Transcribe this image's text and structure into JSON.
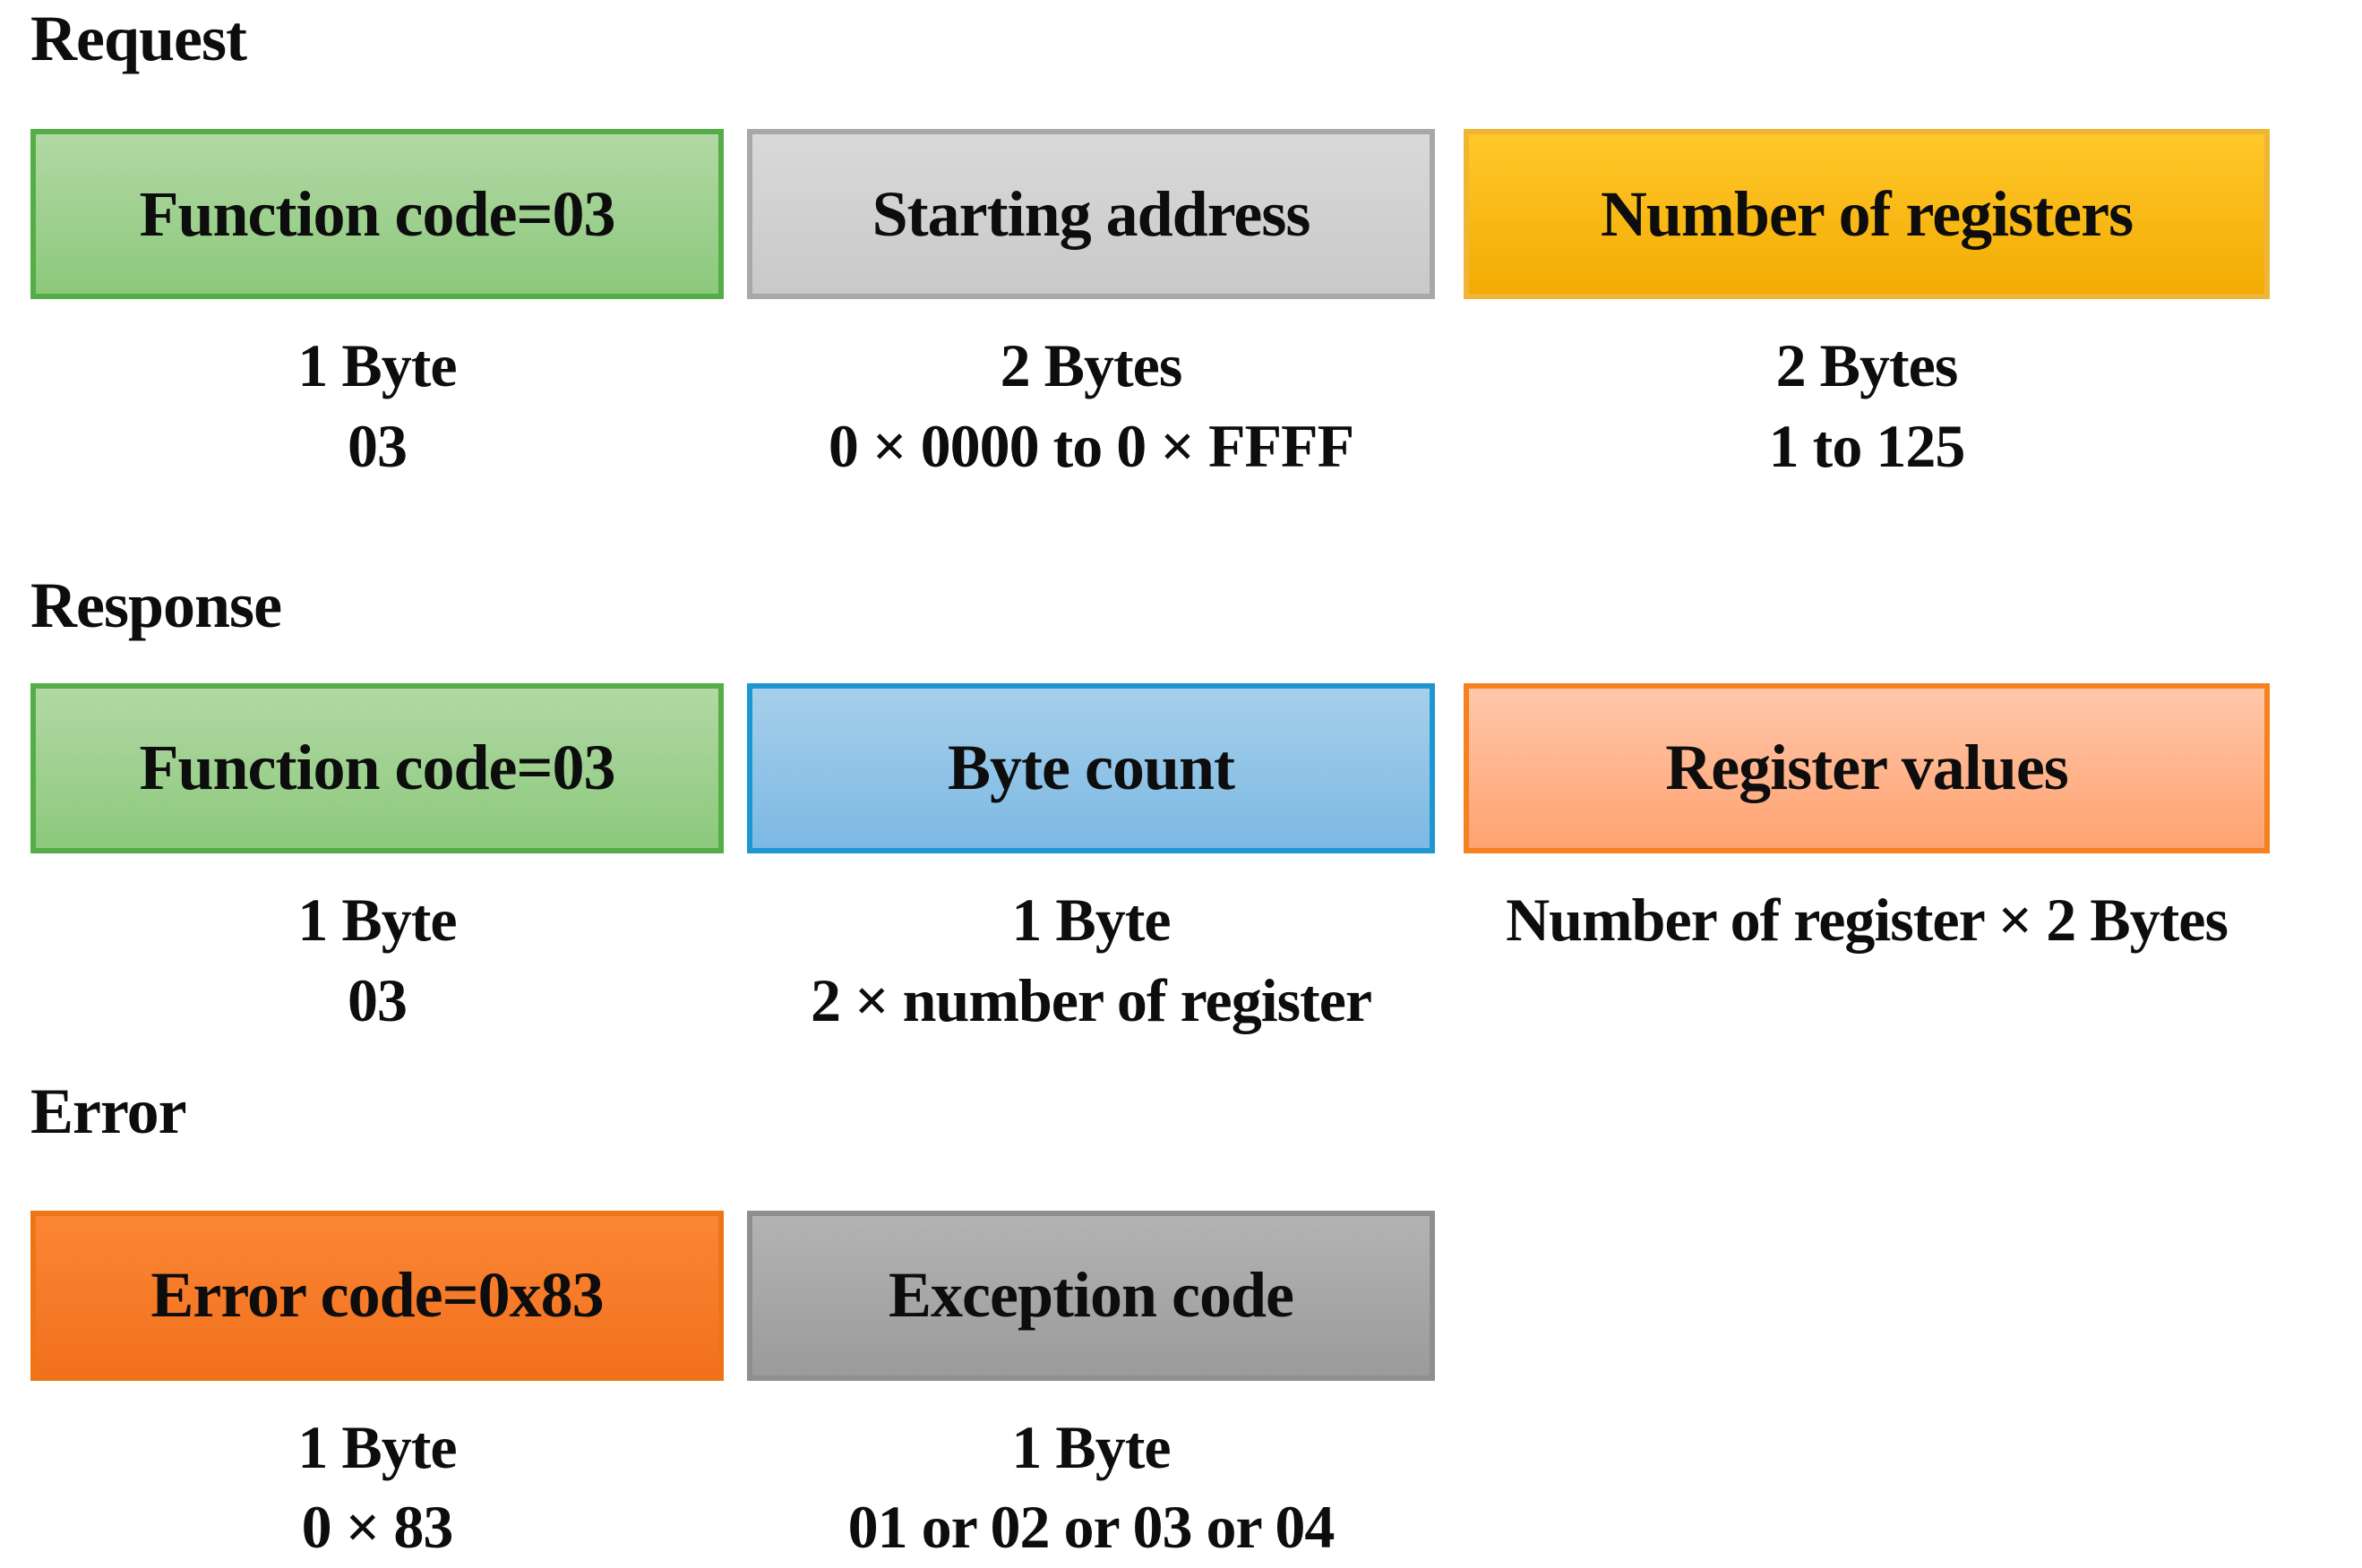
{
  "diagram": {
    "description": "Modbus function code 03 message structure",
    "text_color": "#0d0d0d",
    "background": "#ffffff"
  },
  "sections": {
    "request": {
      "heading": "Request",
      "fields": [
        {
          "label": "Function code=03",
          "caption_line1": "1 Byte",
          "caption_line2": "03",
          "colors": {
            "fill_top": "#b2d8a4",
            "fill_bottom": "#8cc97c",
            "border": "#55ad47"
          }
        },
        {
          "label": "Starting address",
          "caption_line1": "2 Bytes",
          "caption_line2": "0 × 0000 to 0 × FFFF",
          "colors": {
            "fill_top": "#d9d9d9",
            "fill_bottom": "#c9c9c9",
            "border": "#a8a8a8"
          }
        },
        {
          "label": "Number of registers",
          "caption_line1": "2 Bytes",
          "caption_line2": "1 to 125",
          "colors": {
            "fill_top": "#ffc82a",
            "fill_bottom": "#f3ab03",
            "border": "#eeb537"
          }
        }
      ]
    },
    "response": {
      "heading": "Response",
      "fields": [
        {
          "label": "Function code=03",
          "caption_line1": "1 Byte",
          "caption_line2": "03",
          "colors": {
            "fill_top": "#b2d8a4",
            "fill_bottom": "#8cc97c",
            "border": "#55ad47"
          }
        },
        {
          "label": "Byte count",
          "caption_line1": "1 Byte",
          "caption_line2": "2 × number of register",
          "colors": {
            "fill_top": "#a6cfeb",
            "fill_bottom": "#7cb9e3",
            "border": "#1e96d2"
          }
        },
        {
          "label": "Register values",
          "caption_line1": "Number of register × 2 Bytes",
          "caption_line2": "",
          "colors": {
            "fill_top": "#ffc7a9",
            "fill_bottom": "#ffa271",
            "border": "#f5811f"
          }
        }
      ]
    },
    "error": {
      "heading": "Error",
      "fields": [
        {
          "label": "Error code=0x83",
          "caption_line1": "1 Byte",
          "caption_line2": "0 × 83",
          "colors": {
            "fill_top": "#fa8634",
            "fill_bottom": "#f2701d",
            "border": "#ee7418"
          }
        },
        {
          "label": "Exception code",
          "caption_line1": "1 Byte",
          "caption_line2": "01 or 02 or 03 or 04",
          "colors": {
            "fill_top": "#b3b3b3",
            "fill_bottom": "#9b9b9b",
            "border": "#8f8f8f"
          }
        }
      ]
    }
  }
}
